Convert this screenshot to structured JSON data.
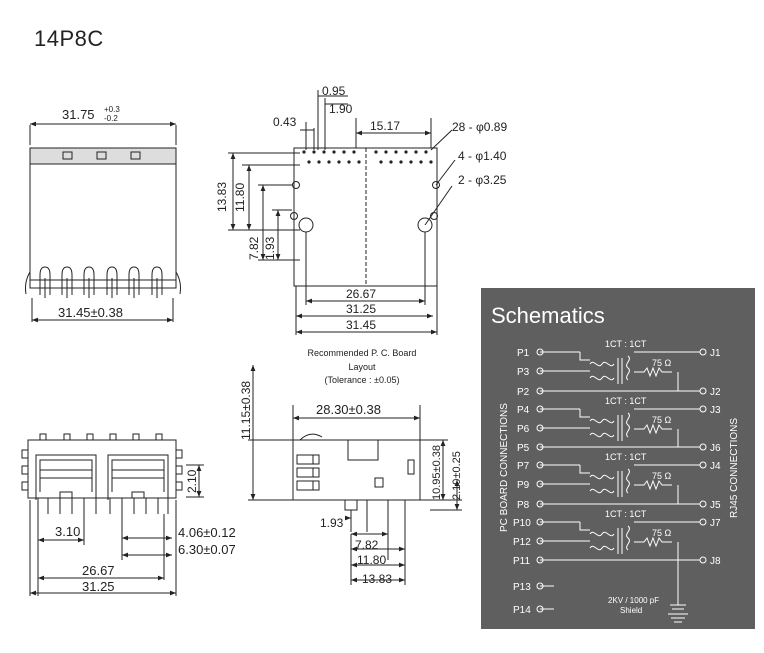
{
  "title": "14P8C",
  "front_view": {
    "top_width": "31.75",
    "tol_plus": "+0.3",
    "tol_minus": "-0.2",
    "bottom_width": "31.45±0.38"
  },
  "pcb_view": {
    "d_095": "0.95",
    "d_190": "1.90",
    "d_043": "0.43",
    "d_1517": "15.17",
    "holes_28": "28 - φ0.89",
    "holes_4": "4 - φ1.40",
    "holes_2": "2 - φ3.25",
    "v_1383": "13.83",
    "v_1180": "11.80",
    "v_782": "7.82",
    "v_193": "1.93",
    "h_2667": "26.67",
    "h_3125": "31.25",
    "h_3145": "31.45"
  },
  "note": {
    "line1": "Recommended P. C. Board",
    "line2": "Layout",
    "line3": "(Tolerance : ±0.05)"
  },
  "side_view": {
    "height": "11.15±0.38",
    "depth": "28.30±0.38",
    "h_1095": "10.95±0.38",
    "h_210": "2.10±0.25",
    "b_193": "1.93",
    "b_782": "7.82",
    "b_1180": "11.80",
    "b_1383": "13.83"
  },
  "bottom_view": {
    "d_310": "3.10",
    "d_406": "4.06±0.12",
    "d_630": "6.30±0.07",
    "d_2667": "26.67",
    "d_3125": "31.25",
    "d_210": "2.10"
  },
  "schematic": {
    "title": "Schematics",
    "left_label": "PC BOARD CONNECTIONS",
    "right_label": "RJ45 CONNECTIONS",
    "ratio": "1CT : 1CT",
    "resistor": "75 Ω",
    "pins_left": [
      "P1",
      "P3",
      "P2",
      "P4",
      "P6",
      "P5",
      "P7",
      "P9",
      "P8",
      "P10",
      "P12",
      "P11",
      "P13",
      "P14"
    ],
    "pins_right": [
      "J1",
      "J2",
      "J3",
      "J6",
      "J4",
      "J5",
      "J7",
      "J8"
    ],
    "cap_line1": "2KV / 1000 pF",
    "cap_line2": "Shield"
  },
  "colors": {
    "panel": "#5f5f5f",
    "line": "#222222",
    "schem_line": "#ffffff"
  }
}
